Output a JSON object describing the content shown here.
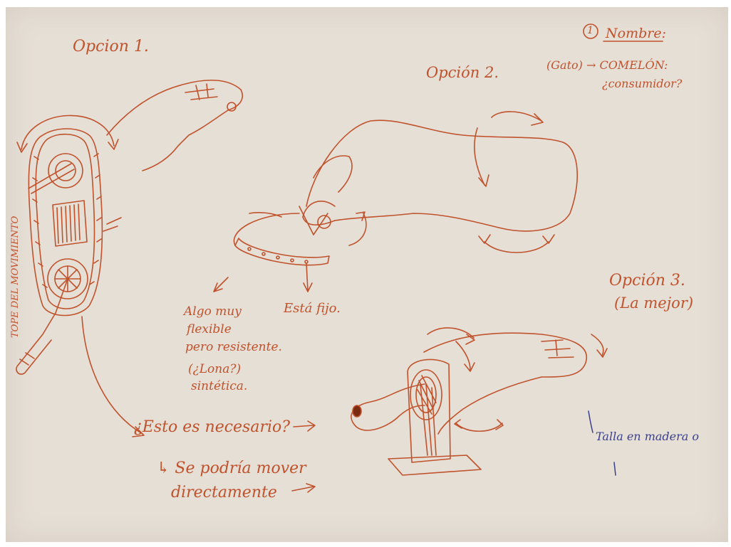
{
  "notes": {
    "opcion1": "Opcion 1.",
    "opcion2": "Opción 2.",
    "opcion3": "Opción 3.",
    "opcion3_sub": "(La mejor)",
    "number_badge": "1",
    "nombre": "Nombre:",
    "gato": "(Gato) → COMELÓN:",
    "consumidor": "¿consumidor?",
    "tope": "TOPE DEL MOVIMIENTO",
    "algo_line1": "Algo muy",
    "algo_line2": "flexible",
    "algo_line3": "pero resistente.",
    "algo_line4": "(¿Lona?)",
    "algo_line5": "sintética.",
    "esta_fijo": "Está fijo.",
    "necesario": "¿Esto es necesario?",
    "mover_line1": "↳ Se podría mover",
    "mover_line2": "directamente",
    "talla": "Talla en madera o"
  },
  "colors": {
    "ink_red": "#c0522c",
    "ink_blue": "#3a3f8f",
    "paper": "#e6dfd6"
  }
}
